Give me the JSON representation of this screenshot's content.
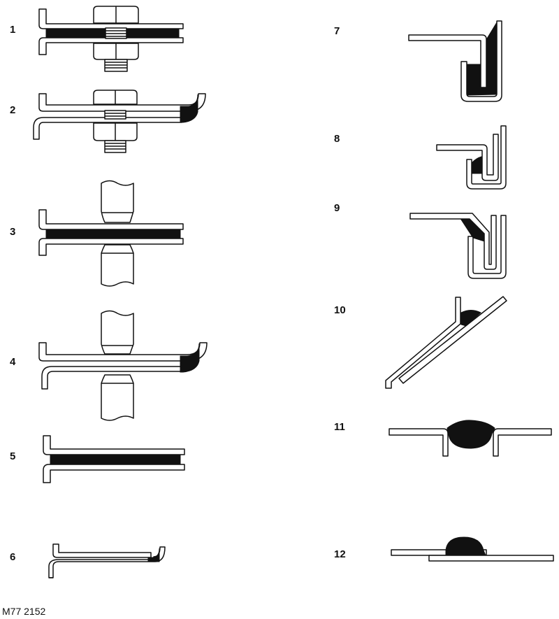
{
  "joints": [
    {
      "label": "1"
    },
    {
      "label": "2"
    },
    {
      "label": "3"
    },
    {
      "label": "4"
    },
    {
      "label": "5"
    },
    {
      "label": "6"
    },
    {
      "label": "7"
    },
    {
      "label": "8"
    },
    {
      "label": "9"
    },
    {
      "label": "10"
    },
    {
      "label": "11"
    },
    {
      "label": "12"
    }
  ],
  "reference": "M77 2152",
  "colors": {
    "ink": "#111111",
    "paper": "#ffffff"
  }
}
